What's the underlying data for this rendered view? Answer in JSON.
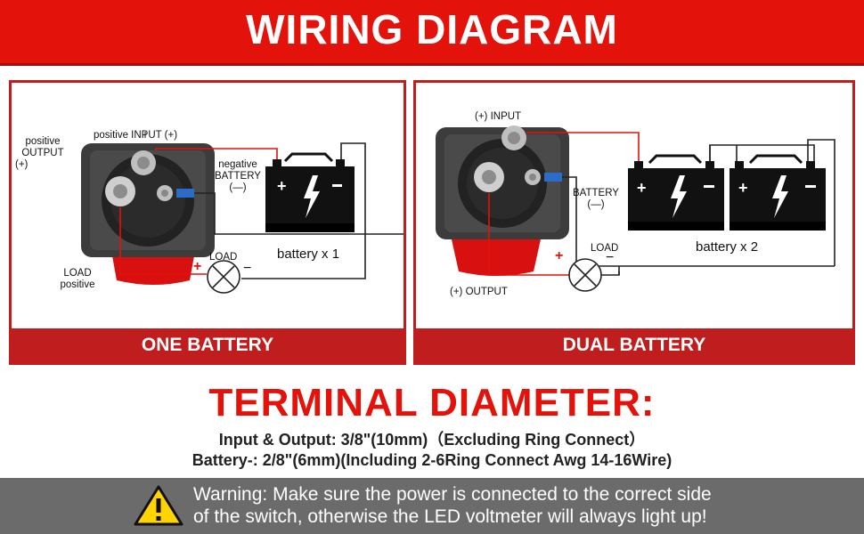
{
  "header": {
    "title": "WIRING DIAGRAM"
  },
  "one_battery": {
    "footer": "ONE BATTERY",
    "positive_output": [
      "positive",
      "OUTPUT",
      "(+)"
    ],
    "positive_input": "positive INPUT (+)",
    "negative_battery": [
      "negative",
      "BATTERY",
      "(—)"
    ],
    "load": "LOAD",
    "load_positive": [
      "LOAD",
      "positive"
    ],
    "plus": "+",
    "minus": "−",
    "battery_caption": "battery x 1"
  },
  "dual_battery": {
    "footer": "DUAL BATTERY",
    "input": "(+) INPUT",
    "output": "(+) OUTPUT",
    "battery": [
      "BATTERY",
      "(—)"
    ],
    "load": "LOAD",
    "plus": "+",
    "minus": "−",
    "battery_caption": "battery x 2"
  },
  "terminal": {
    "title": "TERMINAL DIAMETER:",
    "line1": "Input & Output: 3/8\"(10mm)（Excluding Ring Connect）",
    "line2": "Battery-: 2/8\"(6mm)(Including 2-6Ring Connect Awg 14-16Wire)"
  },
  "warning": {
    "icon": "warning-triangle-icon",
    "line1": "Warning: Make sure the power is connected to the correct side",
    "line2": "of the switch, otherwise the LED voltmeter will always light up!"
  },
  "colors": {
    "brand_red": "#e3120b",
    "wire_red": "#e3120b",
    "wire_dark": "#222222",
    "warning_bg": "#6b6b6b"
  }
}
